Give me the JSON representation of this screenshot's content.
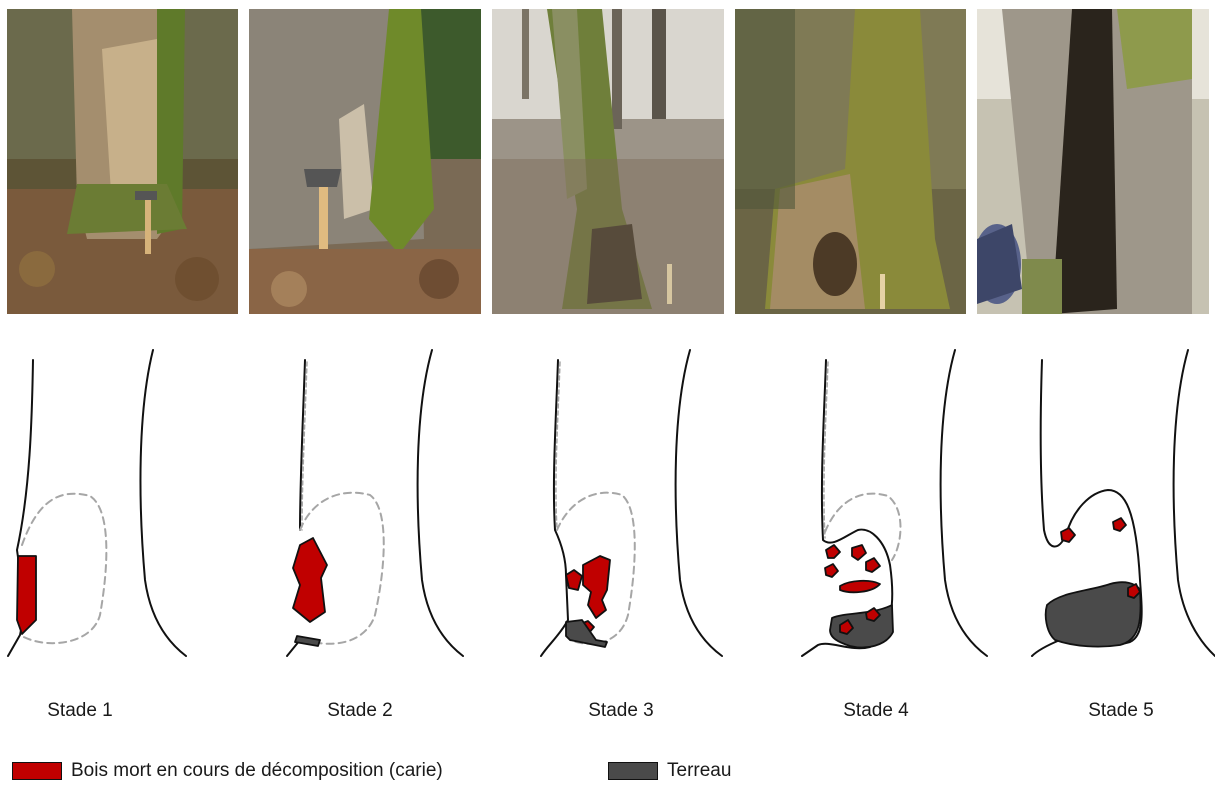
{
  "colors": {
    "dead_wood": "#c00000",
    "terreau": "#4a4a4a",
    "outline": "#111111",
    "dashed_cavity": "#a6a6a6"
  },
  "stages": [
    {
      "label": "Stade 1"
    },
    {
      "label": "Stade 2"
    },
    {
      "label": "Stade 3"
    },
    {
      "label": "Stade 4"
    },
    {
      "label": "Stade 5"
    }
  ],
  "legend": [
    {
      "label": "Bois mort en cours de décomposition (carie)",
      "color": "#c00000"
    },
    {
      "label": "Terreau",
      "color": "#4a4a4a"
    }
  ]
}
